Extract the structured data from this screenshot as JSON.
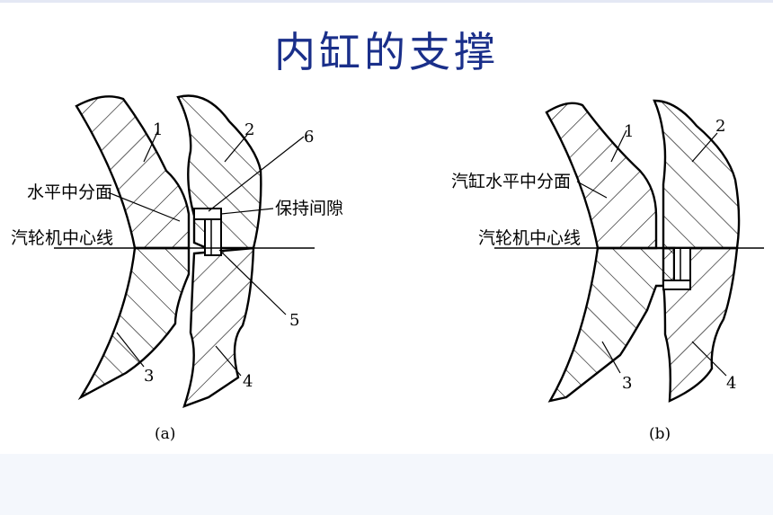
{
  "slide": {
    "title": "内缸的支撑",
    "title_color": "#1a2f8a",
    "band_color": "#f4f7fc"
  },
  "figure_a": {
    "caption": "(a)",
    "labels": {
      "n1": "1",
      "n2": "2",
      "n3": "3",
      "n4": "4",
      "n5": "5",
      "n6": "6",
      "horizontal_split": "水平中分面",
      "turbine_centerline": "汽轮机中心线",
      "keep_clearance": "保持间隙"
    }
  },
  "figure_b": {
    "caption": "(b)",
    "labels": {
      "n1": "1",
      "n2": "2",
      "n3": "3",
      "n4": "4",
      "horizontal_split": "汽缸水平中分面",
      "turbine_centerline": "汽轮机中心线"
    }
  }
}
